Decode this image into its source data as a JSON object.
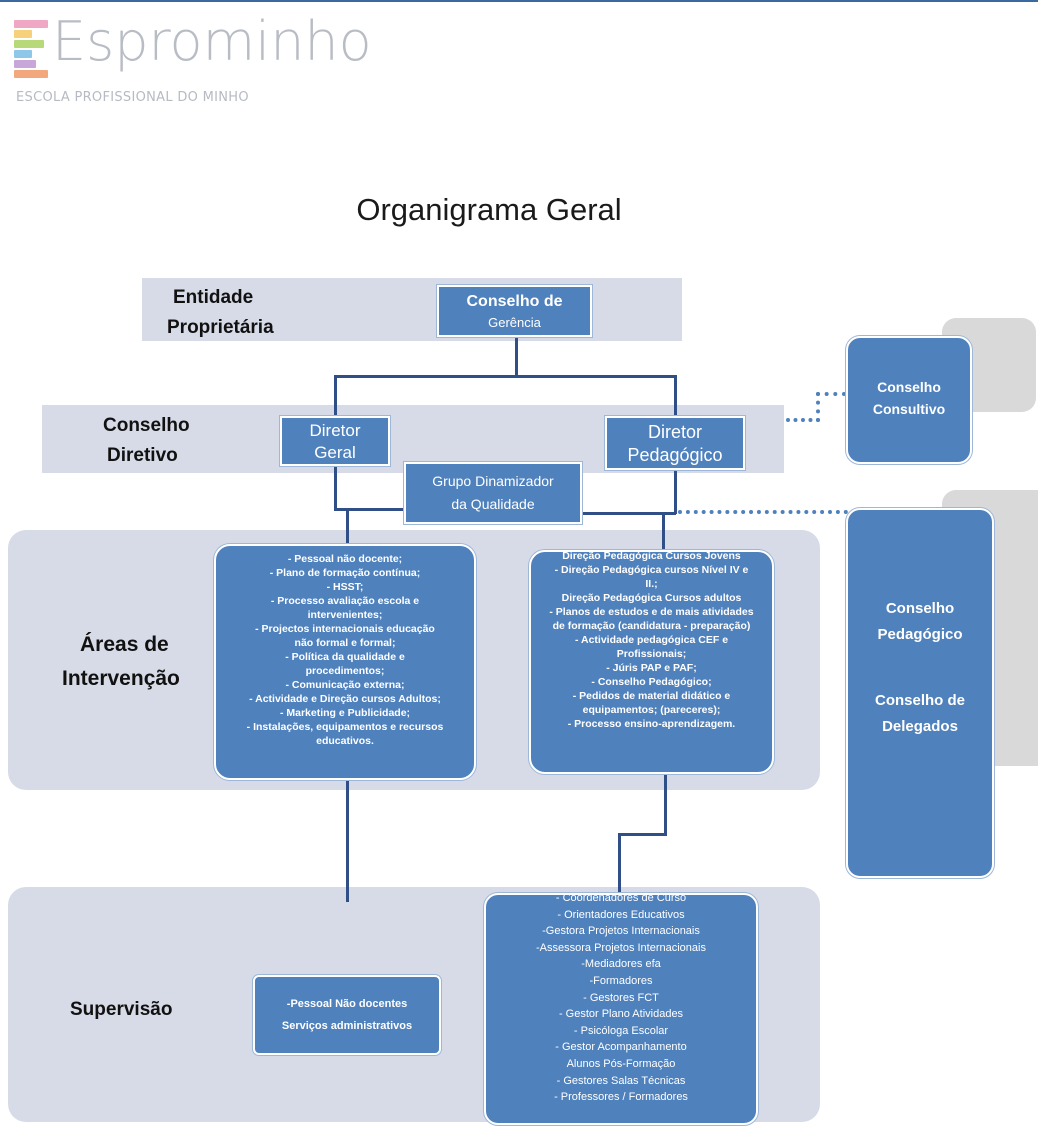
{
  "logo": {
    "name": "Esprominho",
    "subtitle": "ESCOLA PROFISSIONAL DO MINHO",
    "colors": [
      "#f0a7c4",
      "#f7d17a",
      "#b7d97a",
      "#8fc7e8",
      "#c9a6d9",
      "#f3a77c"
    ]
  },
  "title": "Organigrama Geral",
  "bands": {
    "entidade": {
      "label_line1": "Entidade",
      "label_line2": "Proprietária"
    },
    "conselho_diretivo": {
      "label_line1": "Conselho",
      "label_line2": "Diretivo"
    },
    "areas": {
      "label_line1": "Áreas de",
      "label_line2": "Intervenção"
    },
    "supervisao": {
      "label": "Supervisão"
    }
  },
  "nodes": {
    "conselho_gerencia": {
      "line1": "Conselho de",
      "line2": "Gerência"
    },
    "diretor_geral": {
      "line1": "Diretor",
      "line2": "Geral"
    },
    "diretor_pedagogico": {
      "line1": "Diretor",
      "line2": "Pedagógico"
    },
    "grupo_dinamizador": {
      "line1": "Grupo Dinamizador",
      "line2": "da Qualidade"
    },
    "conselho_consultivo": {
      "line1": "Conselho",
      "line2": "Consultivo"
    },
    "conselho_pedagogico": {
      "line1": "Conselho",
      "line2": "Pedagógico"
    },
    "conselho_delegados": {
      "line1": "Conselho de",
      "line2": "Delegados"
    }
  },
  "areas_left": [
    "- Pessoal não docente;",
    "- Plano de formação  contínua;",
    "- HSST;",
    "- Processo avaliação  escola e",
    "intervenientes;",
    "- Projectos internacionais educação",
    "não formal  e formal;",
    "- Política da qualidade  e",
    "procedimentos;",
    "- Comunicação  externa;",
    "- Actividade e Direção cursos Adultos;",
    "- Marketing  e Publicidade;",
    "- Instalações, equipamentos  e recursos",
    "educativos."
  ],
  "areas_right": [
    "Direção Pedagógica  Cursos Jovens",
    "- Direção Pedagógica  cursos Nível IV e",
    "II.;",
    "Direção Pedagógica  Cursos adultos",
    "- Planos de estudos e de mais atividades",
    "de formação  (candidatura  - preparação)",
    "- Actividade  pedagógica  CEF e",
    "Profissionais;",
    "- Júris PAP e PAF;",
    "- Conselho Pedagógico;",
    "- Pedidos de material didático  e",
    "equipamentos; (pareceres);",
    "- Processo ensino-aprendizagem."
  ],
  "supervisao_left": [
    "-Pessoal Não docentes",
    "Serviços administrativos"
  ],
  "supervisao_right": [
    "- Coordenadores de Curso",
    "- Orientadores  Educativos",
    "-Gestora Projetos Internacionais",
    "-Assessora Projetos Internacionais",
    "-Mediadores efa",
    "-Formadores",
    "- Gestores FCT",
    "- Gestor Plano Atividades",
    "- Psicóloga Escolar",
    "- Gestor Acompanhamento",
    "Alunos Pós-Formação",
    "- Gestores Salas Técnicas",
    "- Professores  / Formadores"
  ]
}
